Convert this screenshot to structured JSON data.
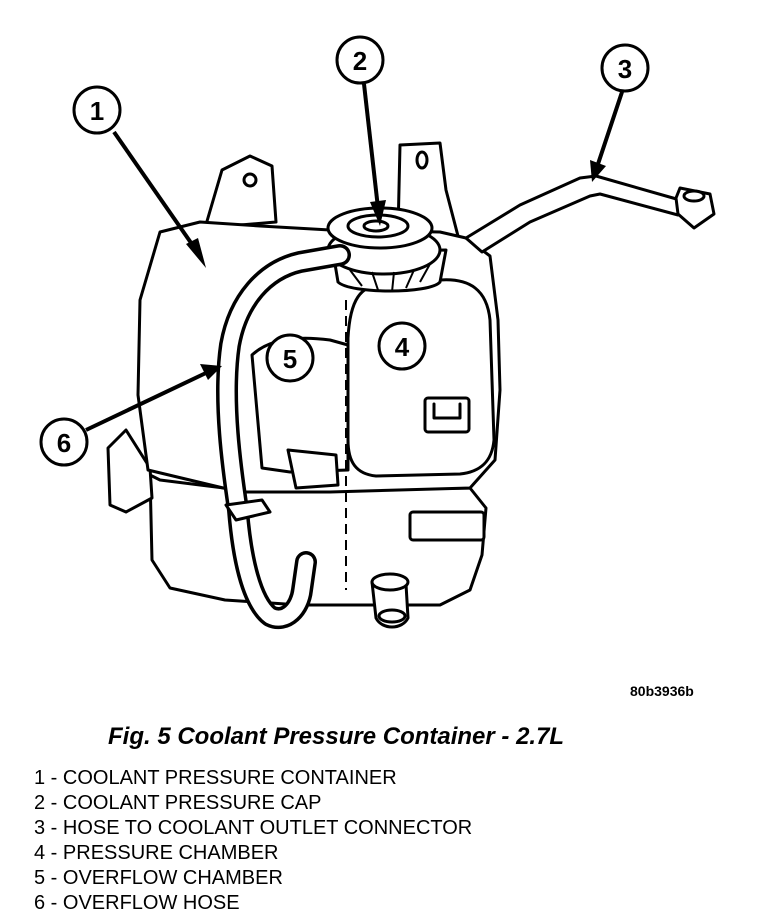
{
  "figure": {
    "ref_code": "80b3936b",
    "caption": "Fig. 5 Coolant Pressure Container - 2.7L"
  },
  "callouts": [
    {
      "number": "1",
      "label": "COOLANT PRESSURE CONTAINER"
    },
    {
      "number": "2",
      "label": "COOLANT PRESSURE CAP"
    },
    {
      "number": "3",
      "label": "HOSE TO COOLANT OUTLET CONNECTOR"
    },
    {
      "number": "4",
      "label": "PRESSURE CHAMBER"
    },
    {
      "number": "5",
      "label": "OVERFLOW CHAMBER"
    },
    {
      "number": "6",
      "label": "OVERFLOW HOSE"
    }
  ]
}
